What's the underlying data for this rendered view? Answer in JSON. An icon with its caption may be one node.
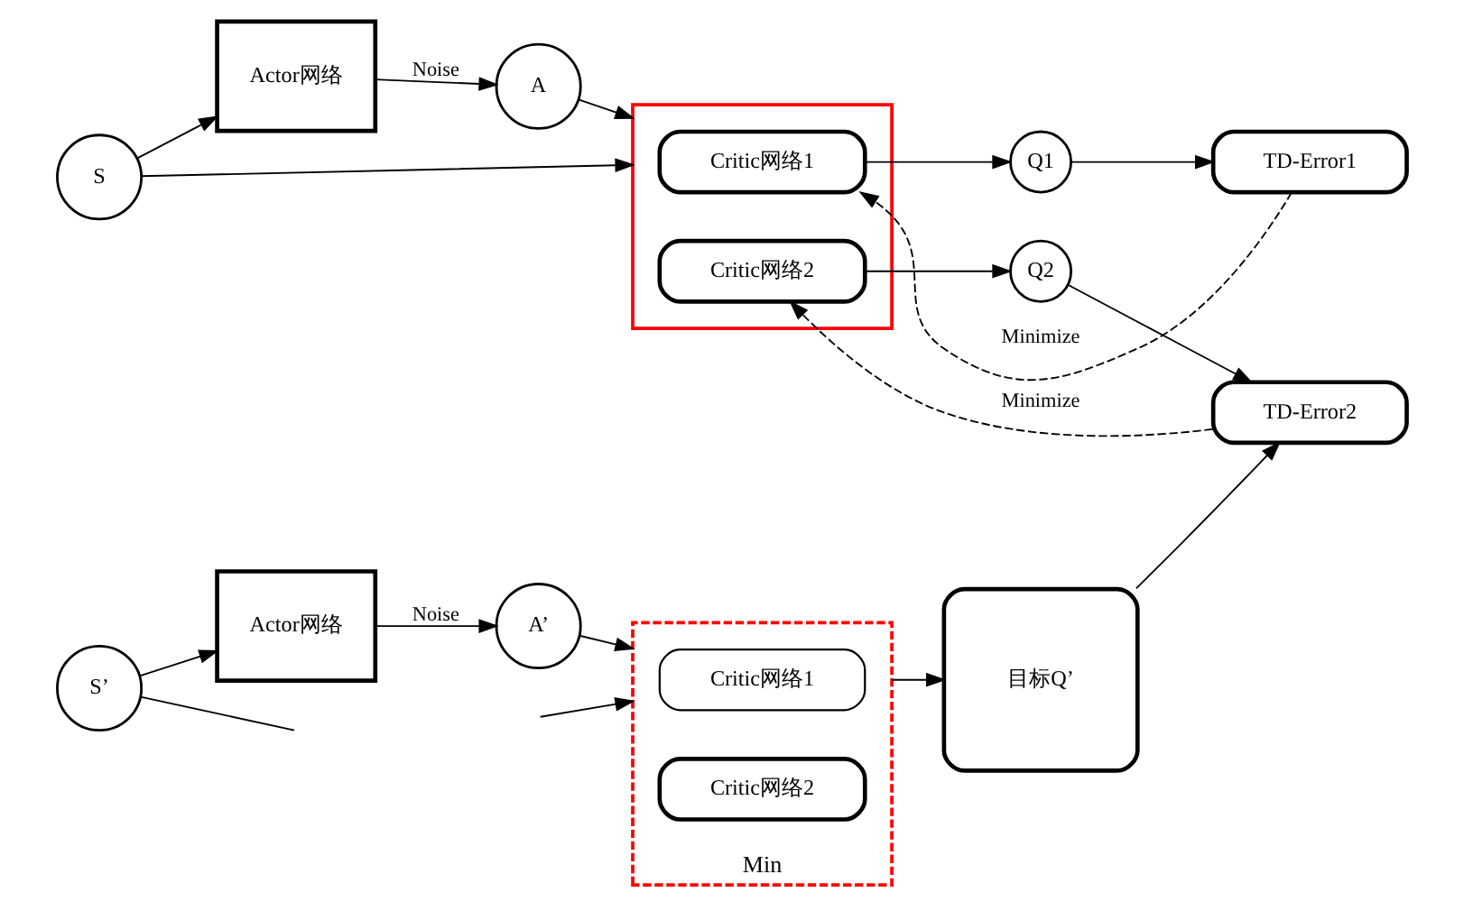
{
  "diagram": {
    "nodes": [
      {
        "text": [
          "S"
        ]
      },
      {
        "text": [
          "Actor网络"
        ]
      },
      {
        "text": [
          "A"
        ]
      },
      {
        "text": [],
        "shape": "box"
      },
      {
        "text": [
          "Critic网络1"
        ],
        "in": 3
      },
      {
        "text": [
          "Critic网络2"
        ],
        "in": 3
      },
      {
        "text": [
          "Q1"
        ]
      },
      {
        "text": [
          "Q2"
        ]
      },
      {
        "text": [
          "TD-Error1"
        ]
      },
      {
        "text": [
          "TD-Error2"
        ]
      },
      {
        "text": [
          "S’"
        ]
      },
      {
        "text": [
          "Actor网络"
        ]
      },
      {
        "text": [
          "A’"
        ]
      },
      {
        "text": [
          "Min"
        ]
      },
      {
        "text": [
          "Critic网络1"
        ],
        "in": 13
      },
      {
        "text": [
          "Critic网络2"
        ],
        "in": 13
      },
      {
        "text": [
          "目标Q’"
        ]
      }
    ],
    "edges": [
      {
        "from": 0,
        "to": 1,
        "arrow": "to"
      },
      {
        "from": 1,
        "to": 2,
        "arrow": "to",
        "label": "Noise"
      },
      {
        "from": 2,
        "to": 3,
        "arrow": "to"
      },
      {
        "from": 0,
        "to": 3,
        "arrow": "to"
      },
      {
        "from": 4,
        "to": 6,
        "arrow": "to"
      },
      {
        "from": 5,
        "to": 7,
        "arrow": "to"
      },
      {
        "from": 6,
        "to": 8,
        "arrow": "to"
      },
      {
        "from": 7,
        "to": 9,
        "arrow": "to"
      },
      {
        "from": 8,
        "to": 4,
        "arrow": "to",
        "style": "dashed",
        "label": "Minimize"
      },
      {
        "from": 9,
        "to": 5,
        "arrow": "to",
        "style": "dashed",
        "label": "Minimize"
      },
      {
        "from": 10,
        "to": 11,
        "arrow": "to"
      },
      {
        "from": 11,
        "to": 12,
        "arrow": "to",
        "label": "Noise"
      },
      {
        "from": 12,
        "to": 13,
        "arrow": "to"
      },
      {
        "from": 13,
        "to": 16,
        "arrow": "to"
      },
      {
        "from": 16,
        "to": 9,
        "arrow": "to"
      },
      {
        "from": 10,
        "to": null,
        "arrow": "none"
      },
      {
        "from": null,
        "to": 13,
        "arrow": "to"
      }
    ]
  }
}
